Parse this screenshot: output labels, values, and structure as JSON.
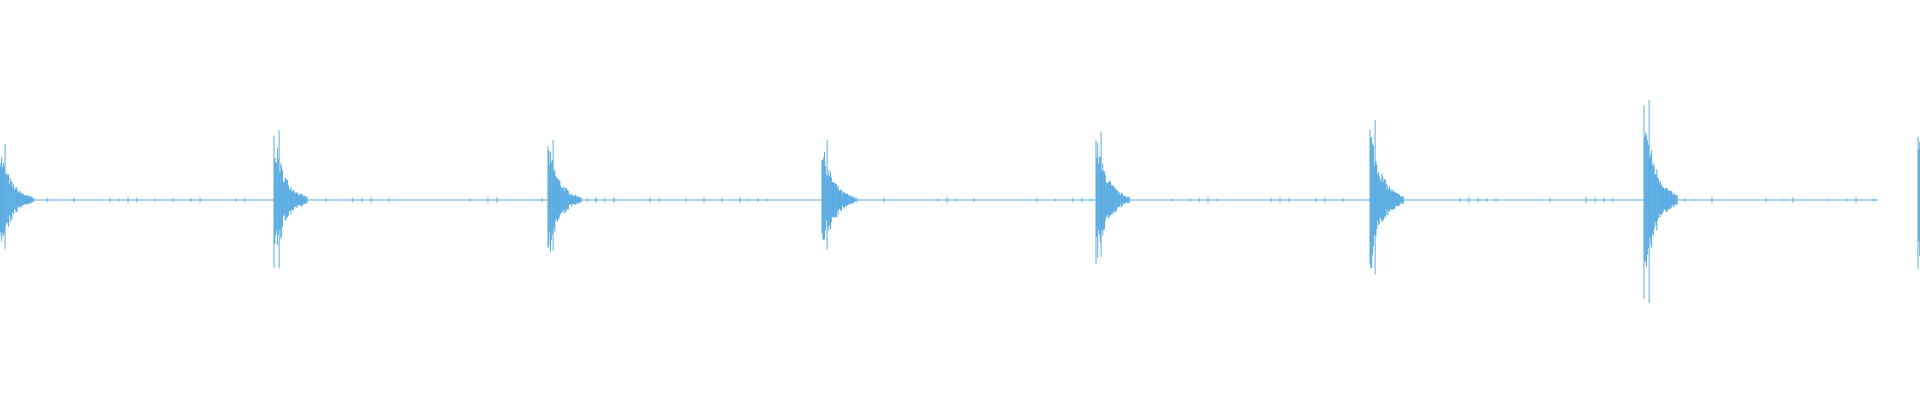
{
  "waveform": {
    "color": "#5aace3",
    "burst_count": 8,
    "bursts": [
      {
        "index": 1,
        "peak": 0.28
      },
      {
        "index": 2,
        "peak": 0.35
      },
      {
        "index": 3,
        "peak": 0.3
      },
      {
        "index": 4,
        "peak": 0.3
      },
      {
        "index": 5,
        "peak": 0.34
      },
      {
        "index": 6,
        "peak": 0.4
      },
      {
        "index": 7,
        "peak": 0.5
      },
      {
        "index": 8,
        "peak": 0.38
      }
    ]
  }
}
